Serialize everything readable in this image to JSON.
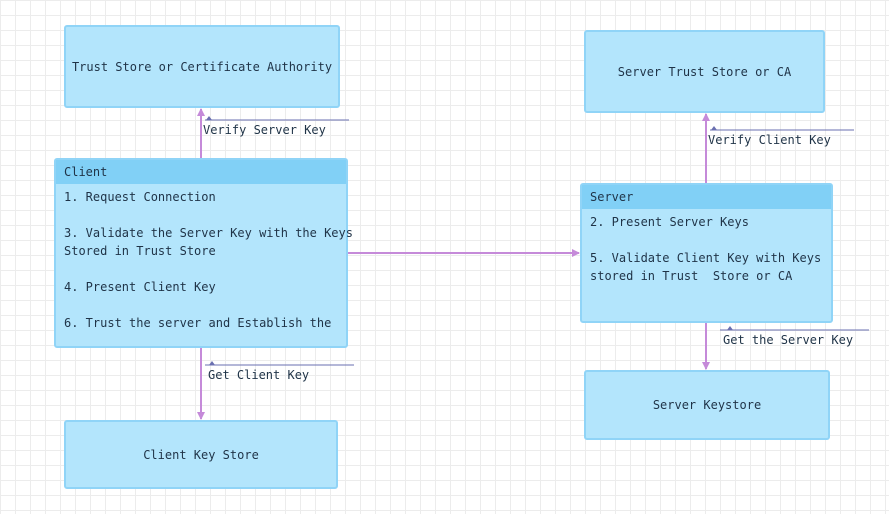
{
  "nodes": {
    "trust_store_ca": "Trust Store or Certificate Authority",
    "server_trust_store": "Server Trust Store or CA",
    "client_key_store": "Client Key Store",
    "server_keystore": "Server Keystore",
    "client": {
      "title": "Client",
      "lines": [
        "1. Request Connection",
        "",
        "3. Validate the Server Key with the Keys",
        "Stored in Trust Store",
        "",
        "4. Present Client Key",
        "",
        "6. Trust the server and Establish the"
      ]
    },
    "server": {
      "title": "Server",
      "lines": [
        "2. Present Server Keys",
        "",
        "5. Validate Client Key with Keys",
        "stored in Trust  Store or CA"
      ]
    }
  },
  "edges": {
    "verify_server_key": "Verify Server Key",
    "verify_client_key": "Verify Client Key",
    "get_client_key": "Get Client Key",
    "get_server_key": "Get the Server Key"
  },
  "colors": {
    "node_fill": "#b3e5fc",
    "node_border": "#90d4f7",
    "header_fill": "#81d0f6",
    "arrow": "#c58ad9",
    "label_line": "#6a6fb0"
  }
}
